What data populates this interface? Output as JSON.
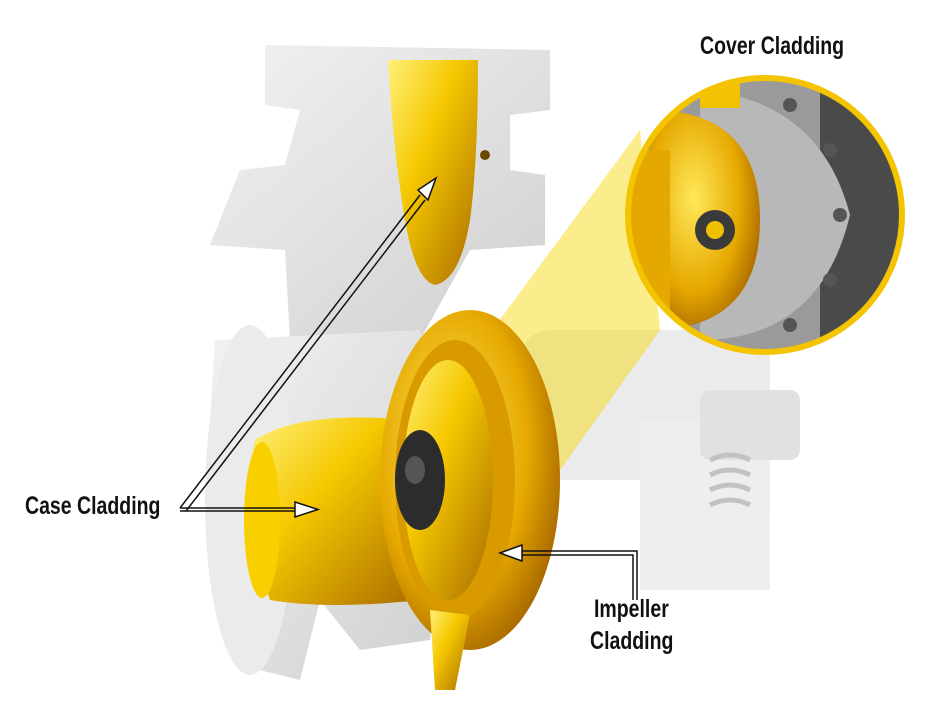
{
  "labels": {
    "cover": "Cover Cladding",
    "case": "Case Cladding",
    "impeller_line1": "Impeller",
    "impeller_line2": "Cladding"
  },
  "colors": {
    "cladding": "#f2c200",
    "casing": "#e4e4e4",
    "inset_border": "#f5c400"
  }
}
